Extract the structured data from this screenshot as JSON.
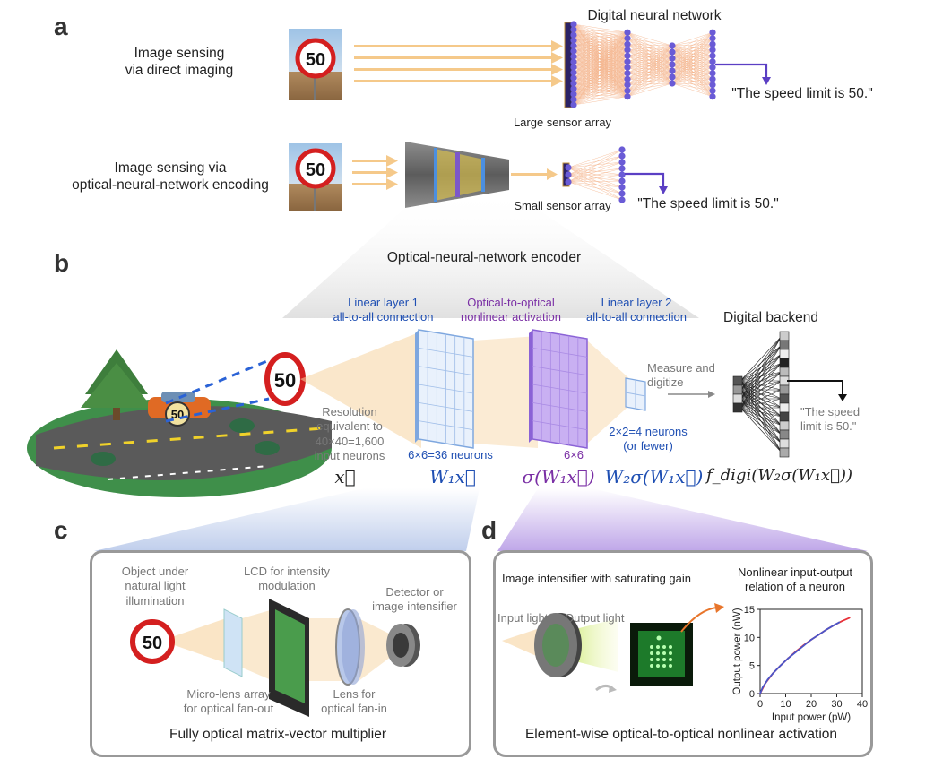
{
  "panels": {
    "a": "a",
    "b": "b",
    "c": "c",
    "d": "d"
  },
  "panel_a": {
    "row1_label": "Image sensing\nvia direct imaging",
    "row2_label": "Image sensing via\noptical-neural-network encoding",
    "digital_nn_title": "Digital neural network",
    "large_sensor": "Large sensor array",
    "small_sensor": "Small sensor array",
    "output1": "\"The speed limit is 50.\"",
    "output2": "\"The speed limit is 50.\"",
    "sign_number": "50"
  },
  "panel_b": {
    "encoder_title": "Optical-neural-network encoder",
    "linear1": "Linear layer 1\nall-to-all connection",
    "nonlinear": "Optical-to-optical\nnonlinear activation",
    "linear2": "Linear layer 2\nall-to-all connection",
    "digital_backend": "Digital backend",
    "resolution": "Resolution\nequivalent to\n40×40=1,600\ninput neurons",
    "neurons36": "6×6=36 neurons",
    "six_by_six": "6×6",
    "neurons4": "2×2=4 neurons\n(or fewer)",
    "measure": "Measure and\ndigitize",
    "backend_output": "\"The speed\nlimit is 50.\"",
    "math_x": "x⃗",
    "math_w1x": "W₁x⃗",
    "math_sigma": "σ(W₁x⃗)",
    "math_w2": "W₂σ(W₁x⃗)",
    "math_fdigi": "f_digi(W₂σ(W₁x⃗))",
    "sign_number": "50"
  },
  "panel_c": {
    "object": "Object under\nnatural light\nillumination",
    "lcd": "LCD for intensity\nmodulation",
    "detector": "Detector or\nimage intensifier",
    "microlens": "Micro-lens array\nfor optical fan-out",
    "lens": "Lens for\noptical fan-in",
    "title": "Fully optical matrix-vector multiplier",
    "sign_number": "50"
  },
  "panel_d": {
    "intensifier": "Image intensifier with saturating gain",
    "input_light": "Input light",
    "output_light": "Output light",
    "nonlinear_title": "Nonlinear input-output\nrelation of a neuron",
    "title": "Element-wise optical-to-optical nonlinear activation"
  },
  "chart_data": {
    "type": "scatter",
    "xlabel": "Input power (pW)",
    "ylabel": "Output power (nW)",
    "xlim": [
      0,
      40
    ],
    "ylim": [
      0,
      15
    ],
    "xticks": [
      "0",
      "10",
      "20",
      "30",
      "40"
    ],
    "yticks": [
      "0",
      "5",
      "10",
      "15"
    ],
    "series": [
      {
        "color": "#e8323a",
        "x": [
          0,
          2,
          5,
          8,
          11,
          14,
          17,
          20,
          23,
          26,
          29,
          32,
          35
        ],
        "y": [
          0,
          1.8,
          3.6,
          5.0,
          6.3,
          7.5,
          8.6,
          9.6,
          10.5,
          11.4,
          12.2,
          12.9,
          13.5
        ]
      },
      {
        "color": "#4a55c8",
        "x": [
          0,
          1,
          3,
          5,
          8,
          11,
          14,
          17,
          20,
          23,
          26,
          29,
          31
        ],
        "y": [
          0,
          1.1,
          2.5,
          3.6,
          5.0,
          6.3,
          7.4,
          8.5,
          9.6,
          10.5,
          11.4,
          12.2,
          12.7
        ]
      }
    ]
  },
  "colors": {
    "beam": "#f5c98a",
    "neuron": "#6a5bd6",
    "blue_text": "#1f4fb3",
    "purple_text": "#7a2fa5",
    "panel_border": "#999999"
  }
}
